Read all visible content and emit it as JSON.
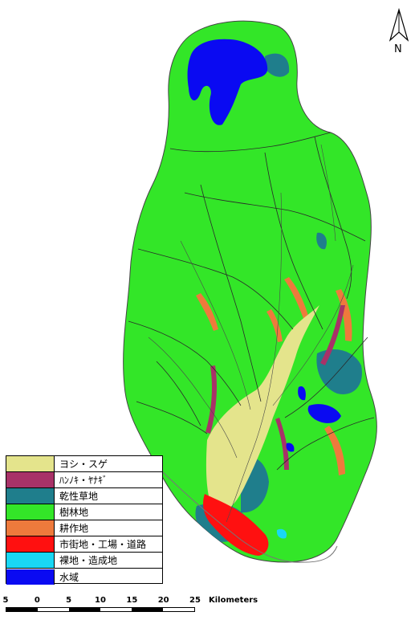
{
  "colors": {
    "background": "#ffffff",
    "reed": "#e4e48c",
    "alder_willow": "#a83268",
    "dry_grass": "#1f7e8c",
    "forest": "#33e628",
    "farmland": "#ee7a3c",
    "urban": "#ff1010",
    "bare": "#19d7f5",
    "water": "#0a0af2",
    "boundary": "#2a2a2a"
  },
  "legend": {
    "items": [
      {
        "label": "ヨシ・スゲ",
        "color": "#e4e48c"
      },
      {
        "label": "ﾊﾝﾉｷ・ﾔﾅｷﾞ",
        "color": "#a83268"
      },
      {
        "label": "乾性草地",
        "color": "#1f7e8c"
      },
      {
        "label": "樹林地",
        "color": "#33e628"
      },
      {
        "label": "耕作地",
        "color": "#ee7a3c"
      },
      {
        "label": "市街地・工場・道路",
        "color": "#ff1010"
      },
      {
        "label": "裸地・造成地",
        "color": "#19d7f5"
      },
      {
        "label": "水域",
        "color": "#0a0af2"
      }
    ]
  },
  "scale_bar": {
    "ticks": [
      "5",
      "0",
      "5",
      "10",
      "15",
      "20",
      "25"
    ],
    "unit": "Kilometers"
  },
  "north_arrow": {
    "label": "N",
    "icon": "north-arrow-icon"
  }
}
